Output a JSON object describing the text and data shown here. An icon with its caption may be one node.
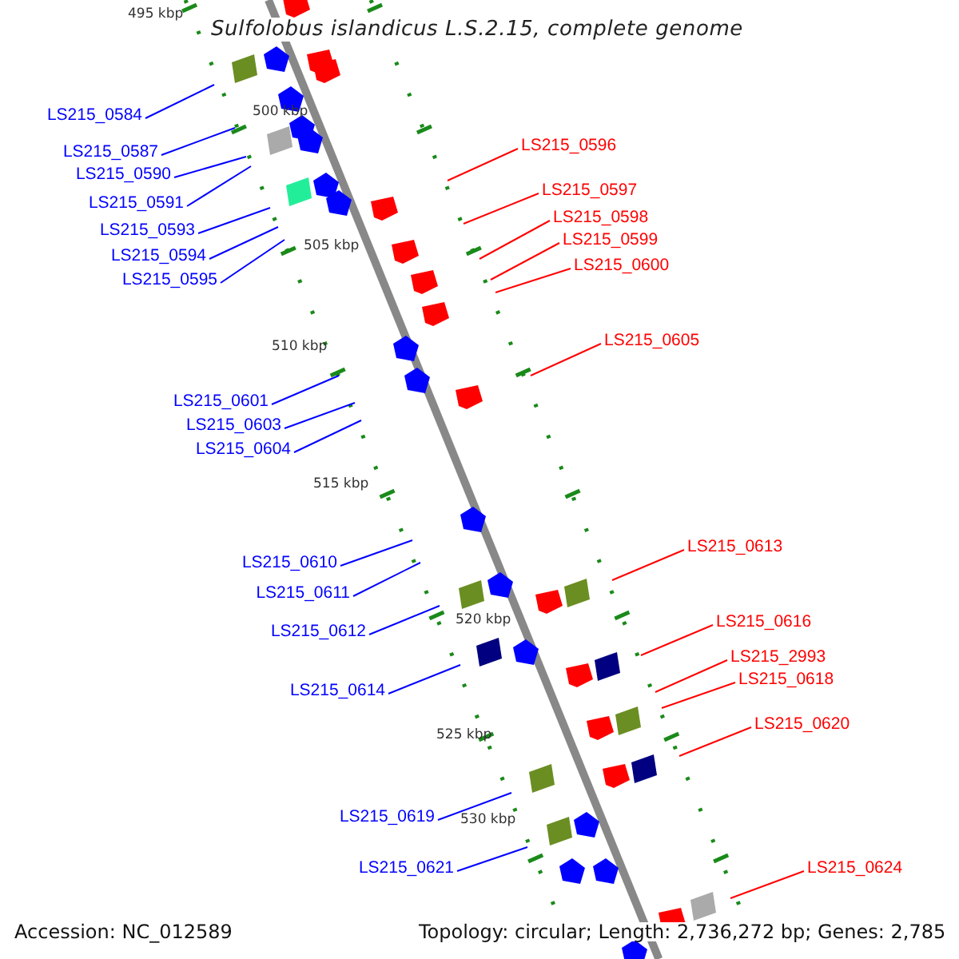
{
  "diagram": {
    "title": "Sulfolobus islandicus L.S.2.15, complete genome",
    "nodes": [
      {
        "text": [
          "LS215_0584"
        ]
      },
      {
        "text": [
          "LS215_0596"
        ]
      },
      {
        "text": [
          "LS215_0587"
        ]
      },
      {
        "text": [
          "LS215_0590"
        ]
      },
      {
        "text": [
          "LS215_0597"
        ]
      },
      {
        "text": [
          "LS215_0591"
        ]
      },
      {
        "text": [
          "LS215_0598"
        ]
      },
      {
        "text": [
          "LS215_0593"
        ]
      },
      {
        "text": [
          "LS215_0599"
        ]
      },
      {
        "text": [
          "LS215_0594"
        ]
      },
      {
        "text": [
          "LS215_0600"
        ]
      },
      {
        "text": [
          "LS215_0595"
        ]
      },
      {
        "text": [
          "LS215_0605"
        ]
      },
      {
        "text": [
          "LS215_0601"
        ]
      },
      {
        "text": [
          "LS215_0603"
        ]
      },
      {
        "text": [
          "LS215_0604"
        ]
      },
      {
        "text": [
          "LS215_0613"
        ]
      },
      {
        "text": [
          "LS215_0610"
        ]
      },
      {
        "text": [
          "LS215_0611"
        ]
      },
      {
        "text": [
          "LS215_0616"
        ]
      },
      {
        "text": [
          "LS215_0612"
        ]
      },
      {
        "text": [
          "LS215_2993"
        ]
      },
      {
        "text": [
          "LS215_0618"
        ]
      },
      {
        "text": [
          "LS215_0614"
        ]
      },
      {
        "text": [
          "LS215_0620"
        ]
      },
      {
        "text": [
          "LS215_0619"
        ]
      },
      {
        "text": [
          "LS215_0621"
        ]
      },
      {
        "text": [
          "LS215_0624"
        ]
      }
    ],
    "edges": [
      {
        "from": 0,
        "to": null,
        "arrow": "none"
      },
      {
        "from": 1,
        "to": null,
        "arrow": "none",
        "color": "#ff0000"
      },
      {
        "from": 2,
        "to": null,
        "arrow": "none"
      },
      {
        "from": 3,
        "to": null,
        "arrow": "none"
      },
      {
        "from": 4,
        "to": null,
        "arrow": "none",
        "color": "#ff0000"
      },
      {
        "from": 5,
        "to": null,
        "arrow": "none"
      },
      {
        "from": 6,
        "to": null,
        "arrow": "none",
        "color": "#ff0000"
      },
      {
        "from": 7,
        "to": null,
        "arrow": "none"
      },
      {
        "from": 8,
        "to": null,
        "arrow": "none",
        "color": "#ff0000"
      },
      {
        "from": 9,
        "to": null,
        "arrow": "none"
      },
      {
        "from": 10,
        "to": null,
        "arrow": "none",
        "color": "#ff0000"
      },
      {
        "from": 11,
        "to": null,
        "arrow": "none"
      },
      {
        "from": 12,
        "to": null,
        "arrow": "none",
        "color": "#ff0000"
      },
      {
        "from": 13,
        "to": null,
        "arrow": "none"
      },
      {
        "from": 14,
        "to": null,
        "arrow": "none"
      },
      {
        "from": 15,
        "to": null,
        "arrow": "none"
      },
      {
        "from": 16,
        "to": null,
        "arrow": "none",
        "color": "#ff0000"
      },
      {
        "from": 17,
        "to": null,
        "arrow": "none"
      },
      {
        "from": 18,
        "to": null,
        "arrow": "none"
      },
      {
        "from": 19,
        "to": null,
        "arrow": "none",
        "color": "#ff0000"
      },
      {
        "from": 20,
        "to": null,
        "arrow": "none"
      },
      {
        "from": 21,
        "to": null,
        "arrow": "none",
        "color": "#ff0000"
      },
      {
        "from": 22,
        "to": null,
        "arrow": "none",
        "color": "#ff0000"
      },
      {
        "from": 23,
        "to": null,
        "arrow": "none"
      },
      {
        "from": 24,
        "to": null,
        "arrow": "none",
        "color": "#ff0000"
      },
      {
        "from": 25,
        "to": null,
        "arrow": "none"
      },
      {
        "from": 26,
        "to": null,
        "arrow": "none"
      },
      {
        "from": 27,
        "to": null,
        "arrow": "none",
        "color": "#ff0000"
      }
    ],
    "labels": [
      "495 kbp",
      "500 kbp",
      "505 kbp",
      "510 kbp",
      "515 kbp",
      "520 kbp",
      "525 kbp",
      "530 kbp",
      "Accession: NC_012589",
      "Topology: circular; Length: 2,736,272 bp; Genes: 2,785"
    ]
  }
}
